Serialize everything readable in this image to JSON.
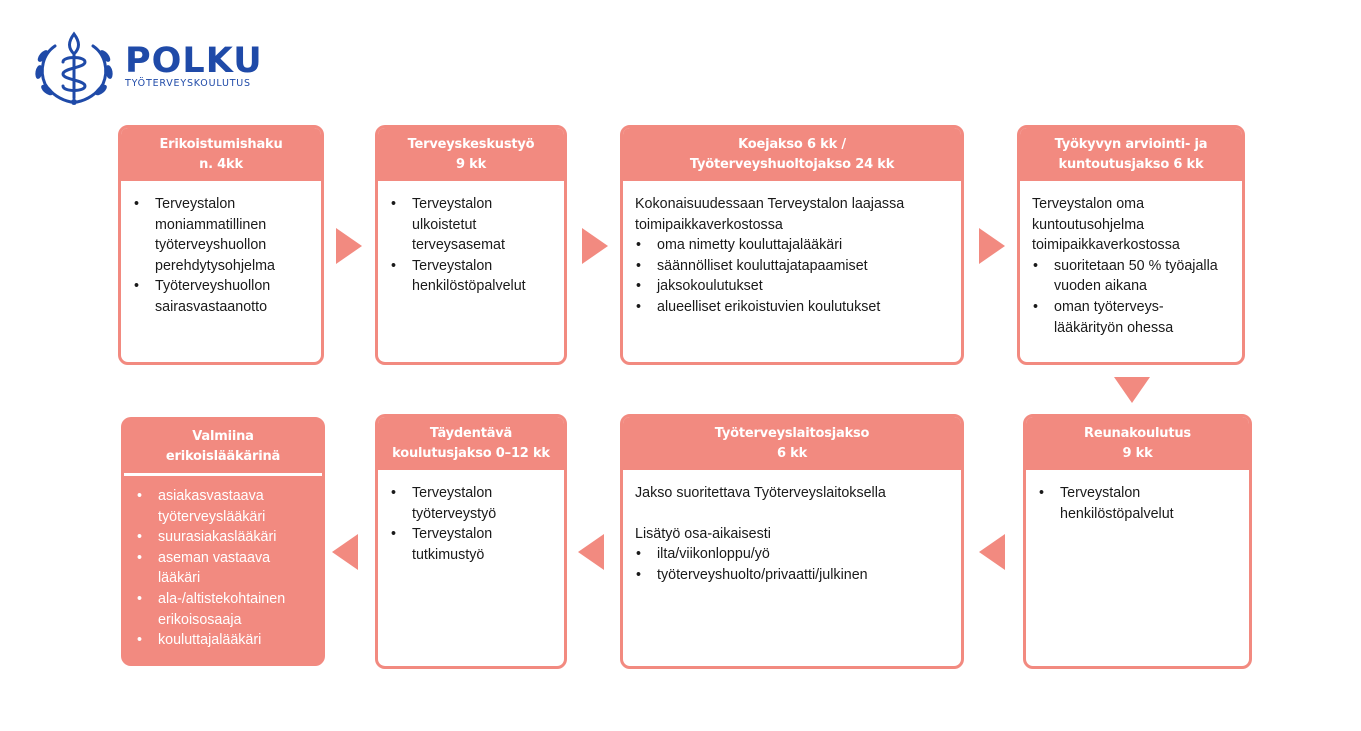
{
  "logo": {
    "title": "POLKU",
    "subtitle": "TYÖTERVEYSKOULUTUS"
  },
  "colors": {
    "accent": "#f28a80",
    "brand": "#1f4aa8"
  },
  "steps": [
    {
      "title": [
        "Erikoistumishaku",
        "n. 4kk"
      ],
      "bullets": [
        "Terveystalon moniammatillinen työterveyshuollon perehdytysohjelma",
        "Työterveyshuollon sairasvastaanotto"
      ]
    },
    {
      "title": [
        "Terveyskeskustyö",
        "9 kk"
      ],
      "bullets": [
        "Terveystalon ulkoistetut terveysasemat",
        "Terveystalon henkilöstöpalvelut"
      ]
    },
    {
      "title": [
        "Koejakso 6 kk /",
        "Työterveyshuoltojakso 24 kk"
      ],
      "intro": "Kokonaisuudessaan Terveystalon laajassa toimipaikkaverkostossa",
      "bullets": [
        "oma nimetty kouluttajalääkäri",
        "säännölliset kouluttajatapaamiset",
        "jaksokoulutukset",
        "alueelliset erikoistuvien koulutukset"
      ]
    },
    {
      "title": [
        "Työkyvyn arviointi- ja",
        "kuntoutusjakso 6 kk"
      ],
      "intro": "Terveystalon oma kuntoutusohjelma toimipaikkaverkostossa",
      "bullets": [
        "suoritetaan 50 % työajalla vuoden aikana",
        "oman työterveys-lääkärityön ohessa"
      ]
    },
    {
      "title": [
        "Reunakoulutus",
        "9 kk"
      ],
      "bullets": [
        "Terveystalon henkilöstöpalvelut"
      ]
    },
    {
      "title": [
        "Työterveyslaitosjakso",
        "6 kk"
      ],
      "intro": "Jakso suoritettava Työterveyslaitoksella",
      "intro2": "Lisätyö osa-aikaisesti",
      "bullets": [
        "ilta/viikonloppu/yö",
        "työterveyshuolto/privaatti/julkinen"
      ]
    },
    {
      "title": [
        "Täydentävä",
        "koulutusjakso 0–12 kk"
      ],
      "bullets": [
        "Terveystalon työterveystyö",
        "Terveystalon tutkimustyö"
      ]
    },
    {
      "title": [
        "Valmiina",
        "erikoislääkärinä"
      ],
      "bullets": [
        "asiakasvastaava työterveyslääkäri",
        "suurasiakaslääkäri",
        "aseman vastaava lääkäri",
        "ala-/altistekohtainen erikoisosaaja",
        "kouluttajalääkäri"
      ]
    }
  ]
}
